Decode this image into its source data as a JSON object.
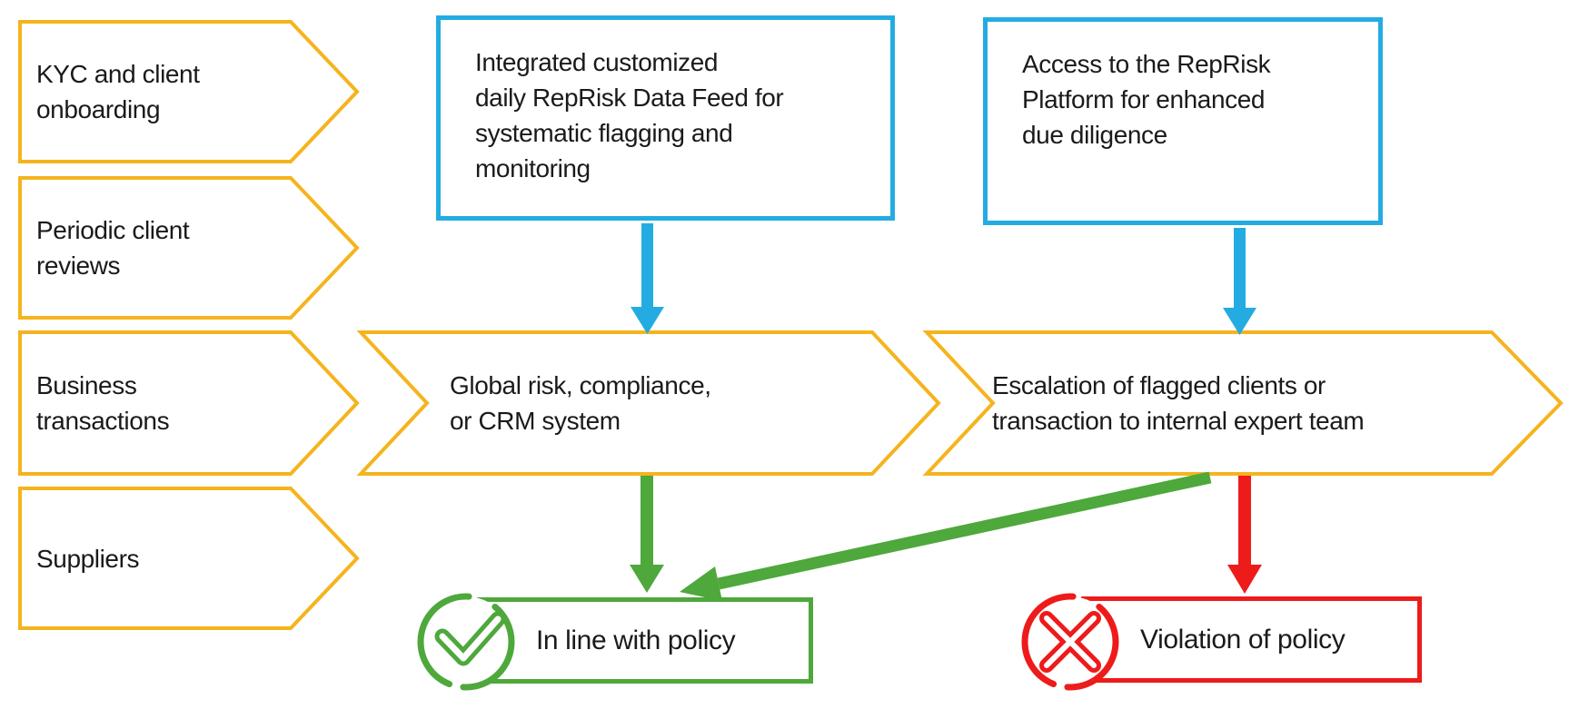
{
  "colors": {
    "yellow": "#F5B41E",
    "cyan": "#24ACE2",
    "green": "#4EA83C",
    "red": "#EE1B1B",
    "text": "#1A1A1A",
    "bg": "#FFFFFF"
  },
  "sources": {
    "items": [
      {
        "label": "KYC and client\nonboarding"
      },
      {
        "label": "Periodic client\nreviews"
      },
      {
        "label": "Business\ntransactions"
      },
      {
        "label": "Suppliers"
      }
    ]
  },
  "reprisk": {
    "data_feed": "Integrated customized\ndaily RepRisk Data Feed for\nsystematic flagging and\nmonitoring",
    "platform": "Access to the RepRisk\nPlatform for enhanced\ndue diligence"
  },
  "systems": {
    "crm": "Global risk, compliance,\nor CRM system",
    "escalation": "Escalation of flagged clients or\ntransaction to internal expert team"
  },
  "outcomes": {
    "in_line": "In line with policy",
    "violation": "Violation of policy"
  },
  "icons": {
    "check": "check-circle",
    "cross": "cross-circle"
  }
}
